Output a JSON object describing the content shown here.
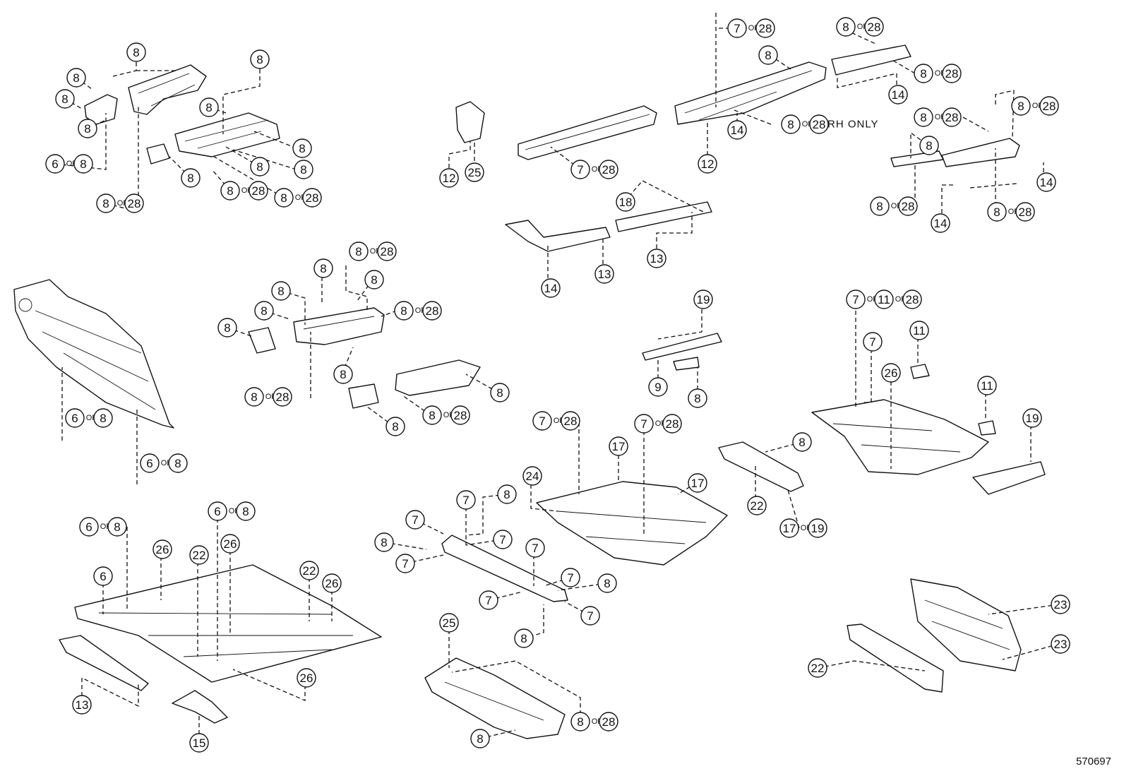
{
  "diagram_id": "570697",
  "rh_only_note": "RH ONLY",
  "or_word": "OR",
  "callouts": [
    {
      "a": "8"
    },
    {
      "a": "8"
    },
    {
      "a": "8"
    },
    {
      "a": "8"
    },
    {
      "a": "8"
    },
    {
      "a": "6",
      "b": "8"
    },
    {
      "a": "8",
      "b": "28"
    },
    {
      "a": "8"
    },
    {
      "a": "8"
    },
    {
      "a": "8"
    },
    {
      "a": "8"
    },
    {
      "a": "8"
    },
    {
      "a": "8",
      "b": "28"
    },
    {
      "a": "8",
      "b": "28"
    },
    {
      "a": "12"
    },
    {
      "a": "25"
    },
    {
      "a": "7",
      "b": "28"
    },
    {
      "a": "7",
      "b": "28"
    },
    {
      "a": "8"
    },
    {
      "a": "8",
      "b": "28"
    },
    {
      "a": "12"
    },
    {
      "a": "14"
    },
    {
      "a": "8",
      "b": "28"
    },
    {
      "a": "8",
      "b": "28"
    },
    {
      "a": "14"
    },
    {
      "a": "8",
      "b": "28"
    },
    {
      "a": "8",
      "b": "28"
    },
    {
      "a": "8"
    },
    {
      "a": "8",
      "b": "28"
    },
    {
      "a": "14"
    },
    {
      "a": "14"
    },
    {
      "a": "8",
      "b": "28"
    },
    {
      "a": "18"
    },
    {
      "a": "13"
    },
    {
      "a": "13"
    },
    {
      "a": "14"
    },
    {
      "a": "6",
      "b": "8"
    },
    {
      "a": "6",
      "b": "8"
    },
    {
      "a": "8",
      "b": "28"
    },
    {
      "a": "8"
    },
    {
      "a": "8"
    },
    {
      "a": "8"
    },
    {
      "a": "8"
    },
    {
      "a": "8"
    },
    {
      "a": "8",
      "b": "28"
    },
    {
      "a": "8"
    },
    {
      "a": "8",
      "b": "28"
    },
    {
      "a": "8"
    },
    {
      "a": "8",
      "b": "28"
    },
    {
      "a": "8"
    },
    {
      "a": "19"
    },
    {
      "a": "9"
    },
    {
      "a": "8"
    },
    {
      "a": "7",
      "b": "11",
      "c": "28"
    },
    {
      "a": "7"
    },
    {
      "a": "11"
    },
    {
      "a": "26"
    },
    {
      "a": "11"
    },
    {
      "a": "19"
    },
    {
      "a": "7",
      "b": "28"
    },
    {
      "a": "7",
      "b": "28"
    },
    {
      "a": "17"
    },
    {
      "a": "17"
    },
    {
      "a": "24"
    },
    {
      "a": "8"
    },
    {
      "a": "22"
    },
    {
      "a": "17",
      "b": "19"
    },
    {
      "a": "6",
      "b": "8"
    },
    {
      "a": "6",
      "b": "8"
    },
    {
      "a": "6"
    },
    {
      "a": "26"
    },
    {
      "a": "22"
    },
    {
      "a": "26"
    },
    {
      "a": "22"
    },
    {
      "a": "26"
    },
    {
      "a": "13"
    },
    {
      "a": "15"
    },
    {
      "a": "26"
    },
    {
      "a": "7"
    },
    {
      "a": "8"
    },
    {
      "a": "7"
    },
    {
      "a": "7"
    },
    {
      "a": "8"
    },
    {
      "a": "7"
    },
    {
      "a": "7"
    },
    {
      "a": "7"
    },
    {
      "a": "8"
    },
    {
      "a": "7"
    },
    {
      "a": "7"
    },
    {
      "a": "8"
    },
    {
      "a": "25"
    },
    {
      "a": "8",
      "b": "28"
    },
    {
      "a": "8"
    },
    {
      "a": "23"
    },
    {
      "a": "23"
    },
    {
      "a": "22"
    }
  ]
}
